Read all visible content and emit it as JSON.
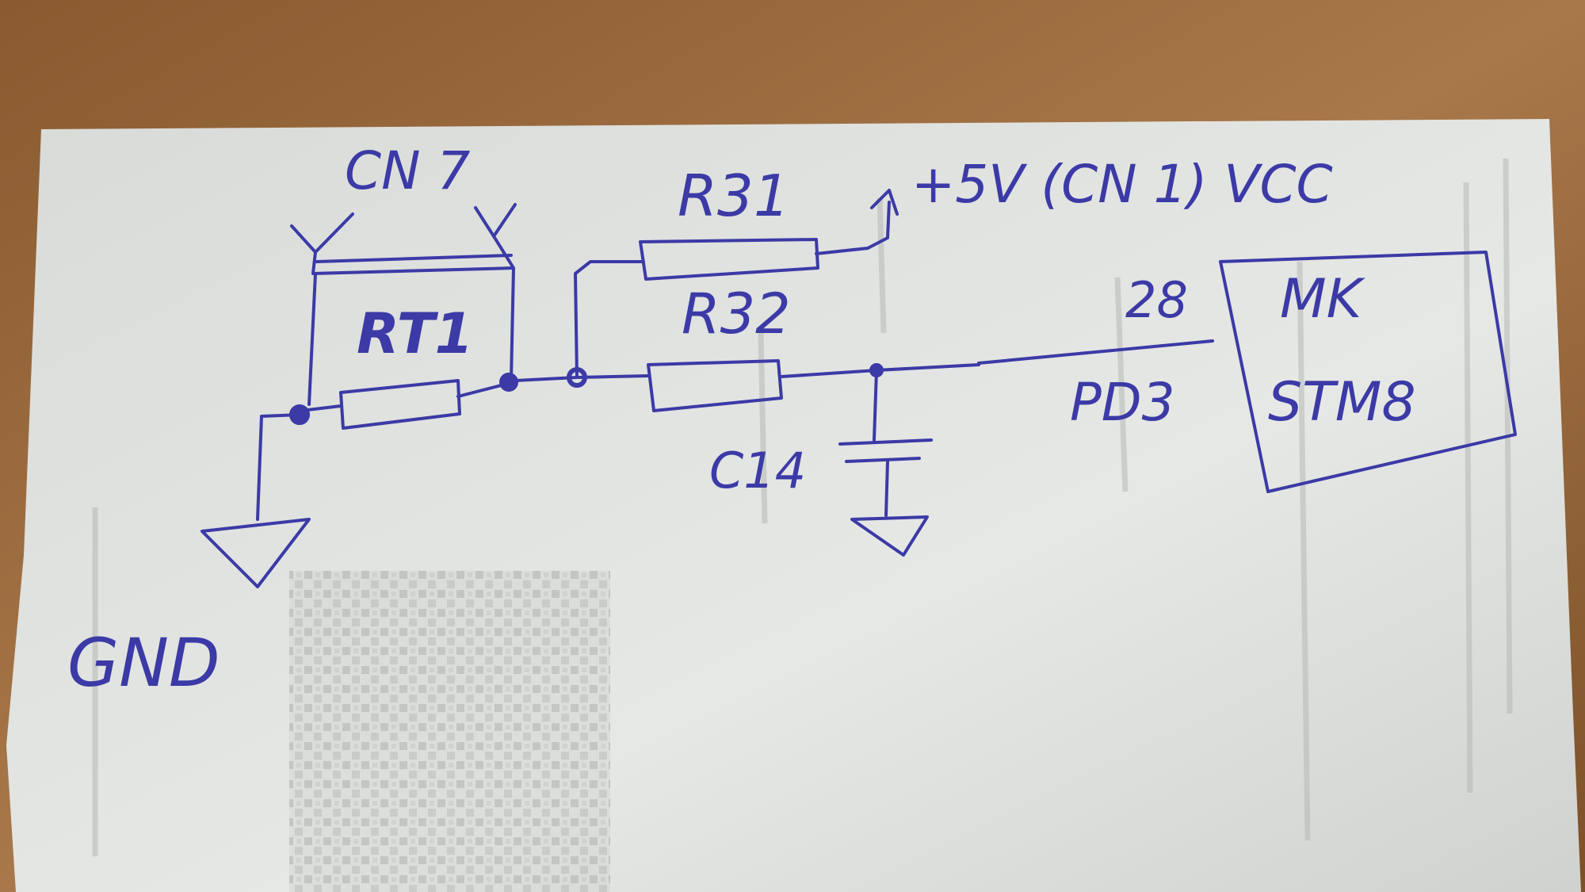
{
  "labels": {
    "connector": "CN 7",
    "thermistor": "RT1",
    "resistor_pullup": "R31",
    "resistor_series": "R32",
    "supply": "+5V (CN 1) VCC",
    "pin_number": "28",
    "pin_name": "PD3",
    "mcu_line1": "MK",
    "mcu_line2": "STM8",
    "capacitor": "C14",
    "ground": "GND"
  },
  "colors": {
    "ink": "#3b3aa6",
    "paper": "#dfe1de",
    "table": "#9a6a3e"
  }
}
